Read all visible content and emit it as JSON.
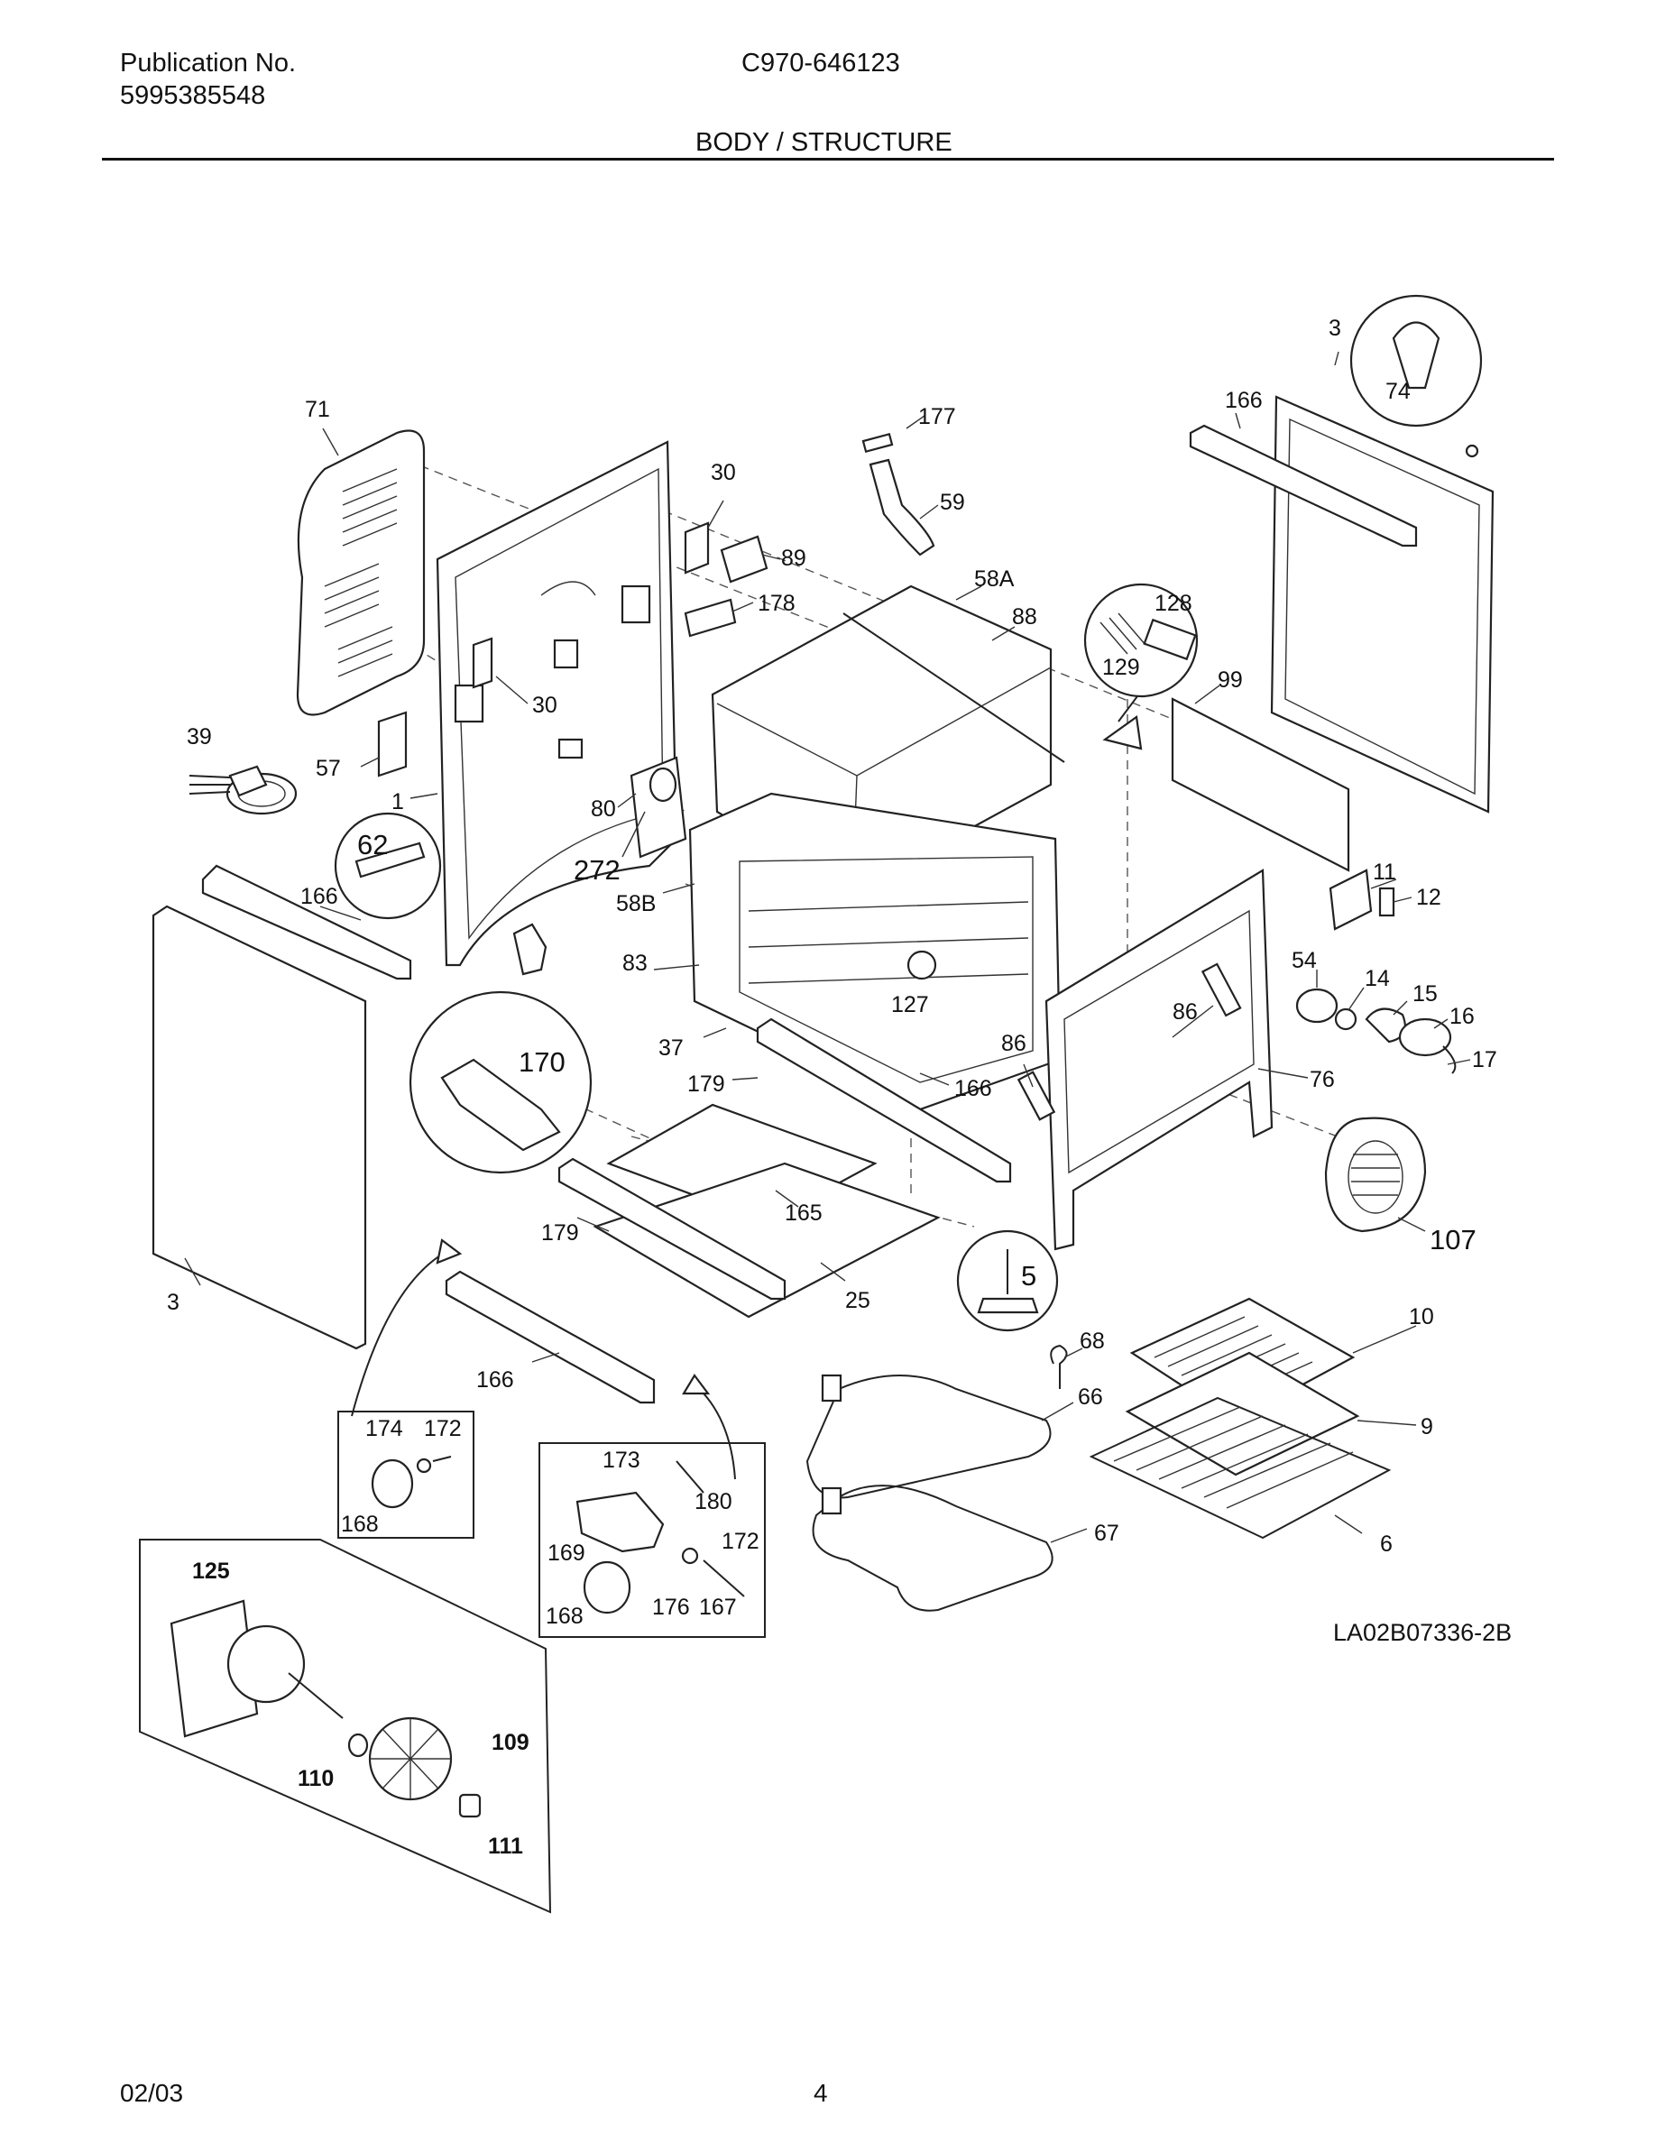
{
  "header": {
    "publication_label": "Publication No.",
    "publication_number": "5995385548",
    "model": "C970-646123",
    "section_title": "BODY / STRUCTURE"
  },
  "callouts": [
    {
      "text": "71"
    },
    {
      "text": "30"
    },
    {
      "text": "89"
    },
    {
      "text": "178"
    },
    {
      "text": "30"
    },
    {
      "text": "39"
    },
    {
      "text": "57"
    },
    {
      "text": "1"
    },
    {
      "text": "80"
    },
    {
      "text": "272"
    },
    {
      "text": "62"
    },
    {
      "text": "166"
    },
    {
      "text": "58B"
    },
    {
      "text": "83"
    },
    {
      "text": "170"
    },
    {
      "text": "37"
    },
    {
      "text": "179"
    },
    {
      "text": "166"
    },
    {
      "text": "165"
    },
    {
      "text": "179"
    },
    {
      "text": "25"
    },
    {
      "text": "3"
    },
    {
      "text": "166"
    },
    {
      "text": "174"
    },
    {
      "text": "172"
    },
    {
      "text": "168"
    },
    {
      "text": "173"
    },
    {
      "text": "180"
    },
    {
      "text": "169"
    },
    {
      "text": "172"
    },
    {
      "text": "168"
    },
    {
      "text": "176"
    },
    {
      "text": "167"
    },
    {
      "text": "125"
    },
    {
      "text": "109"
    },
    {
      "text": "110"
    },
    {
      "text": "111"
    },
    {
      "text": "177"
    },
    {
      "text": "59"
    },
    {
      "text": "58A"
    },
    {
      "text": "88"
    },
    {
      "text": "128"
    },
    {
      "text": "129"
    },
    {
      "text": "99"
    },
    {
      "text": "127"
    },
    {
      "text": "86"
    },
    {
      "text": "86"
    },
    {
      "text": "76"
    },
    {
      "text": "5"
    },
    {
      "text": "166"
    },
    {
      "text": "3"
    },
    {
      "text": "74"
    },
    {
      "text": "11"
    },
    {
      "text": "12"
    },
    {
      "text": "54"
    },
    {
      "text": "14"
    },
    {
      "text": "15"
    },
    {
      "text": "16"
    },
    {
      "text": "17"
    },
    {
      "text": "107"
    },
    {
      "text": "10"
    },
    {
      "text": "68"
    },
    {
      "text": "66"
    },
    {
      "text": "9"
    },
    {
      "text": "67"
    },
    {
      "text": "6"
    }
  ],
  "drawing_id": "LA02B07336-2B",
  "footer": {
    "date": "02/03",
    "page": "4"
  }
}
